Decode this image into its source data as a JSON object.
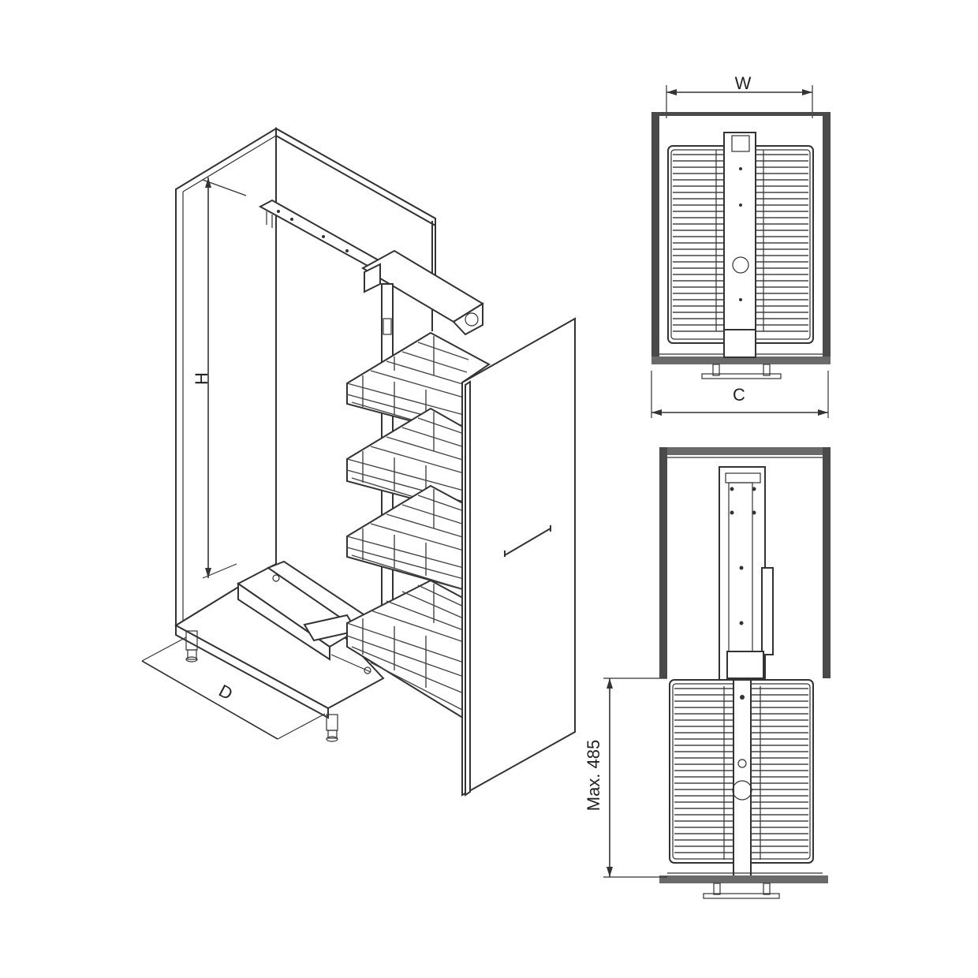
{
  "labels": {
    "height": "H",
    "depth": "D",
    "width": "W",
    "cabinet_depth": "C",
    "max_extension": "Max. 485"
  },
  "colors": {
    "line": "#333333",
    "cabinet_wall": "#4a4a4a",
    "background": "#ffffff"
  }
}
